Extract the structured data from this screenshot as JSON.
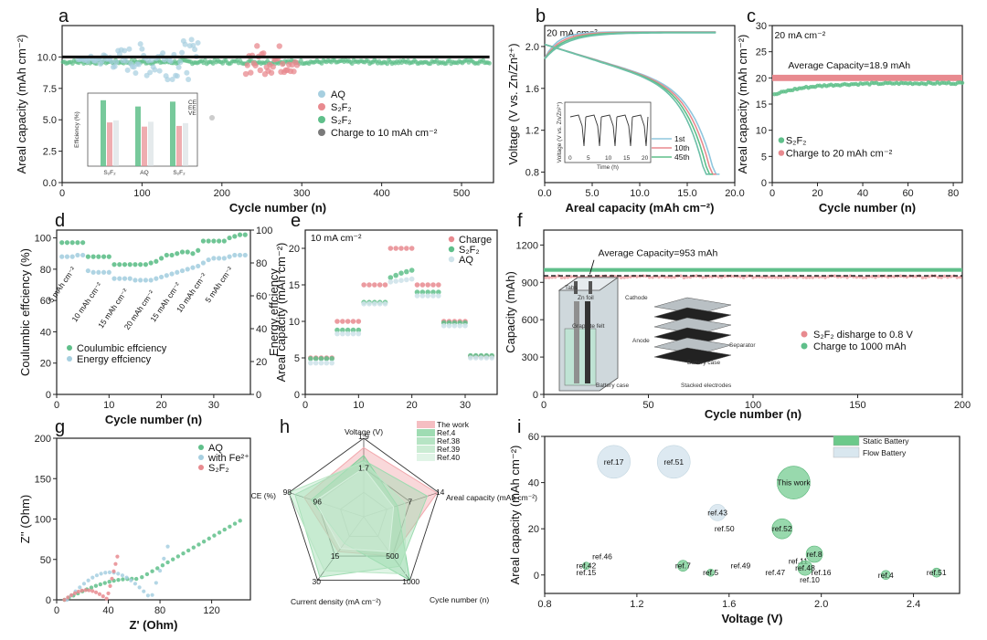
{
  "figure": {
    "panel_labels": [
      "a",
      "b",
      "c",
      "d",
      "e",
      "f",
      "g",
      "h",
      "i"
    ],
    "colors": {
      "green": "#5fbf8a",
      "pink": "#e88a8f",
      "blue": "#a6cfe0",
      "gray": "#7a7a7a",
      "black": "#111111",
      "darkgreen": "#3c9c6a"
    }
  },
  "chart_data": [
    {
      "id": "a",
      "type": "scatter",
      "xlabel": "Cycle number (n)",
      "ylabel": "Areal capacity (mAh cm⁻²)",
      "xlim": [
        0,
        540
      ],
      "ylim": [
        0,
        12.5
      ],
      "xticks": [
        0,
        100,
        200,
        300,
        400,
        500
      ],
      "yticks": [
        0.0,
        2.5,
        5.0,
        7.5,
        10.0
      ],
      "legend": [
        "AQ",
        "S₂F₂",
        "S₂F₂",
        "Charge to 10 mAh cm⁻²"
      ],
      "series": [
        {
          "name": "AQ",
          "color": "#a6cfe0",
          "segments": [
            [
              0,
              170,
              9.8,
              1.4
            ]
          ]
        },
        {
          "name": "S₂F₂",
          "color": "#e88a8f",
          "segments": [
            [
              230,
              295,
              9.8,
              1.3
            ]
          ]
        },
        {
          "name": "S₂F₂ (discharge)",
          "color": "#5fbf8a",
          "segments": [
            [
              0,
              535,
              9.6,
              0.3
            ]
          ]
        },
        {
          "name": "Charge to 10 mAh cm⁻²",
          "color": "#111111",
          "value": 10.0
        }
      ],
      "inset": {
        "ylabel": "Efficiency (%)",
        "categories": [
          "S₂F₂",
          "AQ",
          "S₂F₂"
        ],
        "legend": [
          "CE",
          "EE",
          "VE"
        ]
      }
    },
    {
      "id": "b",
      "type": "line",
      "annotation": "20 mA cm⁻²",
      "xlabel": "Areal capacity (mAh cm⁻²)",
      "ylabel": "Voltage (V vs. Zn/Zn²⁺)",
      "xlim": [
        0,
        20
      ],
      "ylim": [
        0.7,
        2.2
      ],
      "xticks": [
        0.0,
        5.0,
        10.0,
        15.0,
        20.0
      ],
      "yticks": [
        0.8,
        1.2,
        1.6,
        2.0
      ],
      "legend": [
        "1st",
        "10th",
        "45th"
      ],
      "inset": {
        "xlabel": "Time (h)",
        "ylabel": "Voltage (V vs. Zn/Zn²⁺)",
        "xticks": [
          0,
          5,
          10,
          15,
          20
        ]
      }
    },
    {
      "id": "c",
      "type": "scatter",
      "annotation": "20 mA cm⁻²",
      "average": "Average Capacity=18.9 mAh",
      "xlabel": "Cycle number (n)",
      "ylabel": "Areal capacity (mAh cm⁻²)",
      "xlim": [
        0,
        84
      ],
      "ylim": [
        0,
        30
      ],
      "xticks": [
        0,
        20,
        40,
        60,
        80
      ],
      "yticks": [
        0,
        5,
        10,
        15,
        20,
        25,
        30
      ],
      "legend": [
        "S₂F₂",
        "Charge to 20 mAh cm⁻²"
      ],
      "series": [
        {
          "name": "S₂F₂",
          "color": "#5fbf8a",
          "start": 16.6,
          "end": 19.0
        },
        {
          "name": "Charge to 20 mAh cm⁻²",
          "color": "#e88a8f",
          "value": 20.0
        }
      ]
    },
    {
      "id": "d",
      "type": "scatter",
      "xlabel": "Cycle number (n)",
      "ylabel": "Coulumbic effciency (%)",
      "y2label": "Energy effciency",
      "xlim": [
        0,
        37
      ],
      "ylim": [
        0,
        105
      ],
      "y2lim": [
        0,
        100
      ],
      "xticks": [
        0,
        10,
        20,
        30
      ],
      "yticks": [
        0,
        20,
        40,
        60,
        80,
        100
      ],
      "y2ticks": [
        0,
        20,
        40,
        60,
        80,
        100
      ],
      "step_labels": [
        "5 mAh cm⁻²",
        "10 mAh cm⁻²",
        "15 mAh cm⁻²",
        "20 mAh cm⁻²",
        "15 mAh cm⁻²",
        "10 mAh cm⁻²",
        "5 mAh cm⁻²"
      ],
      "legend": [
        "Coulumbic effciency",
        "Energy effciency"
      ],
      "ce": [
        97,
        97,
        97,
        97,
        97,
        88,
        88,
        88,
        88,
        88,
        83,
        83,
        83,
        83,
        83,
        83,
        83,
        84,
        85,
        87,
        89,
        89,
        90,
        91,
        91,
        90,
        92,
        98,
        98,
        98,
        98,
        98,
        100,
        101,
        102,
        102
      ],
      "ee": [
        88,
        88,
        88,
        89,
        89,
        79,
        78,
        78,
        78,
        78,
        74,
        74,
        74,
        74,
        73,
        73,
        73,
        73,
        74,
        75,
        76,
        77,
        78,
        79,
        80,
        81,
        82,
        84,
        86,
        87,
        87,
        87,
        88,
        89,
        89,
        89
      ]
    },
    {
      "id": "e",
      "type": "scatter",
      "annotation": "10 mA cm⁻²",
      "ylabel": "Areal capacity (mAh cm⁻²)",
      "xlim": [
        0,
        36
      ],
      "ylim": [
        0,
        22.5
      ],
      "xticks": [
        0,
        10,
        20,
        30
      ],
      "yticks": [
        0,
        5,
        10,
        15,
        20
      ],
      "legend": [
        "Charge",
        "S₂F₂",
        "AQ"
      ],
      "charge": [
        5,
        5,
        5,
        5,
        5,
        10,
        10,
        10,
        10,
        10,
        15,
        15,
        15,
        15,
        15,
        20,
        20,
        20,
        20,
        20,
        15,
        15,
        15,
        15,
        15,
        10,
        10,
        10,
        10,
        10,
        5.2,
        5.2,
        5.2,
        5.2,
        5.2
      ],
      "s2f2": [
        4.9,
        4.9,
        4.9,
        4.9,
        4.9,
        8.8,
        8.8,
        8.8,
        8.8,
        8.8,
        12.6,
        12.6,
        12.6,
        12.6,
        12.6,
        16.0,
        16.3,
        16.6,
        16.8,
        17.0,
        14.0,
        14.0,
        14.0,
        14.0,
        14.0,
        9.8,
        9.8,
        9.8,
        9.8,
        9.8,
        5.3,
        5.3,
        5.3,
        5.3,
        5.3
      ],
      "aq": [
        4.3,
        4.3,
        4.3,
        4.3,
        4.3,
        8.3,
        8.3,
        8.3,
        8.3,
        8.3,
        12.4,
        12.4,
        12.4,
        12.4,
        12.4,
        15.4,
        15.5,
        15.6,
        15.7,
        15.8,
        13.5,
        13.5,
        13.5,
        13.5,
        13.5,
        9.4,
        9.4,
        9.4,
        9.4,
        9.4,
        5.0,
        5.0,
        5.0,
        5.0,
        5.0
      ]
    },
    {
      "id": "f",
      "type": "scatter",
      "average": "Average Capacity=953 mAh",
      "xlabel": "Cycle number (n)",
      "ylabel": "Capacity (mAh)",
      "xlim": [
        0,
        200
      ],
      "ylim": [
        0,
        1320
      ],
      "xticks": [
        0,
        50,
        100,
        150,
        200
      ],
      "yticks": [
        0,
        300,
        600,
        900,
        1200
      ],
      "legend": [
        "S₂F₂ disharge to 0.8 V",
        "Charge to 1000 mAh"
      ],
      "series": [
        {
          "name": "S₂F₂ disharge to 0.8 V",
          "color": "#e88a8f",
          "value": 953
        },
        {
          "name": "Charge to 1000 mAh",
          "color": "#5fbf8a",
          "value": 1000
        }
      ],
      "schematic_labels": [
        "Tabs",
        "Zn foil",
        "Graphite felt",
        "Battery case",
        "Cathode",
        "Anode",
        "Separator",
        "Battery case",
        "Stacked electrodes"
      ]
    },
    {
      "id": "g",
      "type": "scatter",
      "xlabel": "Z' (Ohm)",
      "ylabel": "Z'' (Ohm)",
      "xlim": [
        0,
        150
      ],
      "ylim": [
        0,
        200
      ],
      "xticks": [
        0,
        40,
        80,
        120
      ],
      "yticks": [
        0,
        50,
        100,
        150,
        200
      ],
      "legend": [
        "AQ",
        "with Fe²⁺",
        "S₂F₂"
      ]
    },
    {
      "id": "h",
      "type": "radar",
      "axes": [
        {
          "label": "Voltage (V)",
          "ticks": [
            "1.9",
            "1.7"
          ]
        },
        {
          "label": "Areal capacity (mAh cm⁻²)",
          "ticks": [
            "14",
            "7"
          ]
        },
        {
          "label": "Cycle number (n)",
          "ticks": [
            "1000",
            "500"
          ]
        },
        {
          "label": "Current density (mA cm⁻²)",
          "ticks": [
            "30",
            "15"
          ]
        },
        {
          "label": "CE (%)",
          "ticks": [
            "98",
            "96"
          ]
        }
      ],
      "legend": [
        "The work",
        "Ref.4",
        "Ref.38",
        "Ref.39",
        "Ref.40"
      ],
      "series": [
        {
          "name": "The work",
          "values": [
            0.88,
            0.98,
            0.62,
            0.55,
            0.8
          ]
        },
        {
          "name": "Ref.4",
          "values": [
            0.78,
            0.45,
            1.0,
            0.42,
            0.7
          ]
        },
        {
          "name": "Ref.38",
          "values": [
            0.72,
            0.85,
            0.78,
            0.95,
            0.92
          ]
        },
        {
          "name": "Ref.39",
          "values": [
            0.7,
            0.55,
            0.9,
            0.85,
            1.0
          ]
        },
        {
          "name": "Ref.40",
          "values": [
            0.62,
            0.4,
            0.55,
            0.5,
            0.65
          ]
        }
      ]
    },
    {
      "id": "i",
      "type": "bubble",
      "xlabel": "Voltage (V)",
      "ylabel": "Areal capacity (mAh cm⁻²)",
      "xlim": [
        0.8,
        2.6
      ],
      "ylim": [
        -8,
        60
      ],
      "xticks": [
        0.8,
        1.2,
        1.6,
        2.0,
        2.4
      ],
      "yticks": [
        0,
        20,
        40,
        60
      ],
      "legend": [
        "Static Battery",
        "Flow Battery"
      ],
      "points": [
        {
          "label": "ref.17",
          "x": 1.1,
          "y": 49,
          "r": 18,
          "kind": "flow"
        },
        {
          "label": "ref.51",
          "x": 1.36,
          "y": 49,
          "r": 18,
          "kind": "flow"
        },
        {
          "label": "This work",
          "x": 1.88,
          "y": 40,
          "r": 18,
          "kind": "static"
        },
        {
          "label": "ref.43",
          "x": 1.55,
          "y": 27,
          "r": 9,
          "kind": "flow"
        },
        {
          "label": "ref.50",
          "x": 1.58,
          "y": 20,
          "r": 0,
          "kind": "none"
        },
        {
          "label": "ref.52",
          "x": 1.83,
          "y": 20,
          "r": 11,
          "kind": "static"
        },
        {
          "label": "ref.8",
          "x": 1.97,
          "y": 9,
          "r": 9,
          "kind": "static"
        },
        {
          "label": "ref.11",
          "x": 1.9,
          "y": 6,
          "r": 0,
          "kind": "none"
        },
        {
          "label": "ref.46",
          "x": 1.05,
          "y": 8,
          "r": 0,
          "kind": "none"
        },
        {
          "label": "ref.42",
          "x": 0.98,
          "y": 4,
          "r": 4,
          "kind": "static"
        },
        {
          "label": "ref.15",
          "x": 0.98,
          "y": 1,
          "r": 0,
          "kind": "none"
        },
        {
          "label": "ref.7",
          "x": 1.4,
          "y": 4,
          "r": 6,
          "kind": "static"
        },
        {
          "label": "ref.5",
          "x": 1.52,
          "y": 1,
          "r": 4,
          "kind": "static"
        },
        {
          "label": "ref.49",
          "x": 1.65,
          "y": 4,
          "r": 0,
          "kind": "none"
        },
        {
          "label": "ref.47",
          "x": 1.8,
          "y": 1,
          "r": 0,
          "kind": "none"
        },
        {
          "label": "ref.48",
          "x": 1.93,
          "y": 3,
          "r": 8,
          "kind": "static"
        },
        {
          "label": "ref.16",
          "x": 2.0,
          "y": 1,
          "r": 0,
          "kind": "none"
        },
        {
          "label": "ref.10",
          "x": 1.95,
          "y": -2,
          "r": 0,
          "kind": "none"
        },
        {
          "label": "ref.4",
          "x": 2.28,
          "y": 0,
          "r": 5,
          "kind": "static"
        },
        {
          "label": "ref.51",
          "x": 2.5,
          "y": 1,
          "r": 5,
          "kind": "static"
        }
      ]
    }
  ]
}
